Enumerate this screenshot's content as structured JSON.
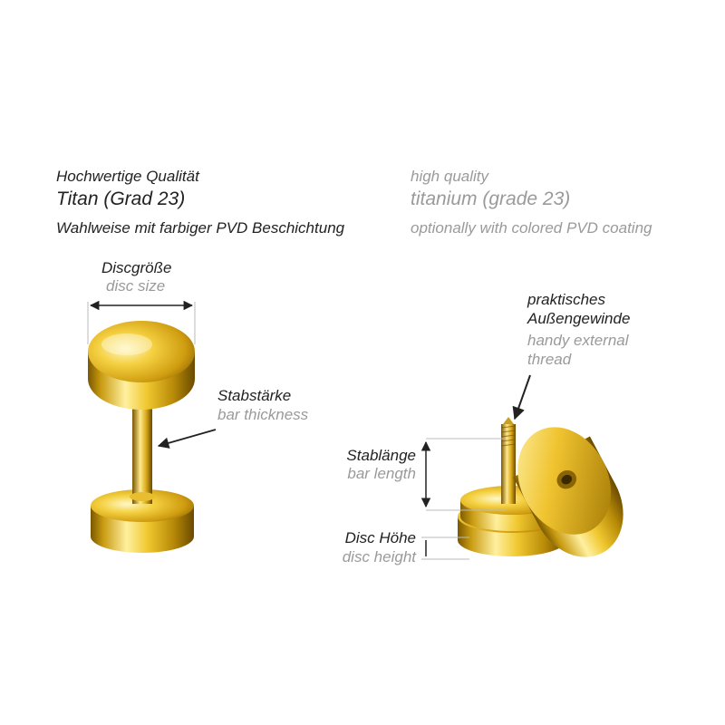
{
  "header": {
    "de": {
      "quality": "Hochwertige Qualität",
      "material": "Titan (Grad 23)",
      "coating": "Wahlweise mit farbiger PVD Beschichtung"
    },
    "en": {
      "quality": "high quality",
      "material": "titanium (grade 23)",
      "coating": "optionally with colored PVD coating"
    }
  },
  "labels": {
    "disc_size": {
      "de": "Discgröße",
      "en": "disc size"
    },
    "bar_thickness": {
      "de": "Stabstärke",
      "en": "bar thickness"
    },
    "thread": {
      "de_1": "praktisches",
      "de_2": "Außengewinde",
      "en_1": "handy external",
      "en_2": "thread"
    },
    "bar_length": {
      "de": "Stablänge",
      "en": "bar length"
    },
    "disc_height": {
      "de": "Disc Höhe",
      "en": "disc height"
    }
  },
  "colors": {
    "gold_light": "#fff6a8",
    "gold_mid": "#e8b818",
    "gold_dark": "#8a6400",
    "text_de": "#222222",
    "text_en": "#9a9a9a",
    "dimension_line": "#222222",
    "guide_line": "#bbbbbb"
  }
}
